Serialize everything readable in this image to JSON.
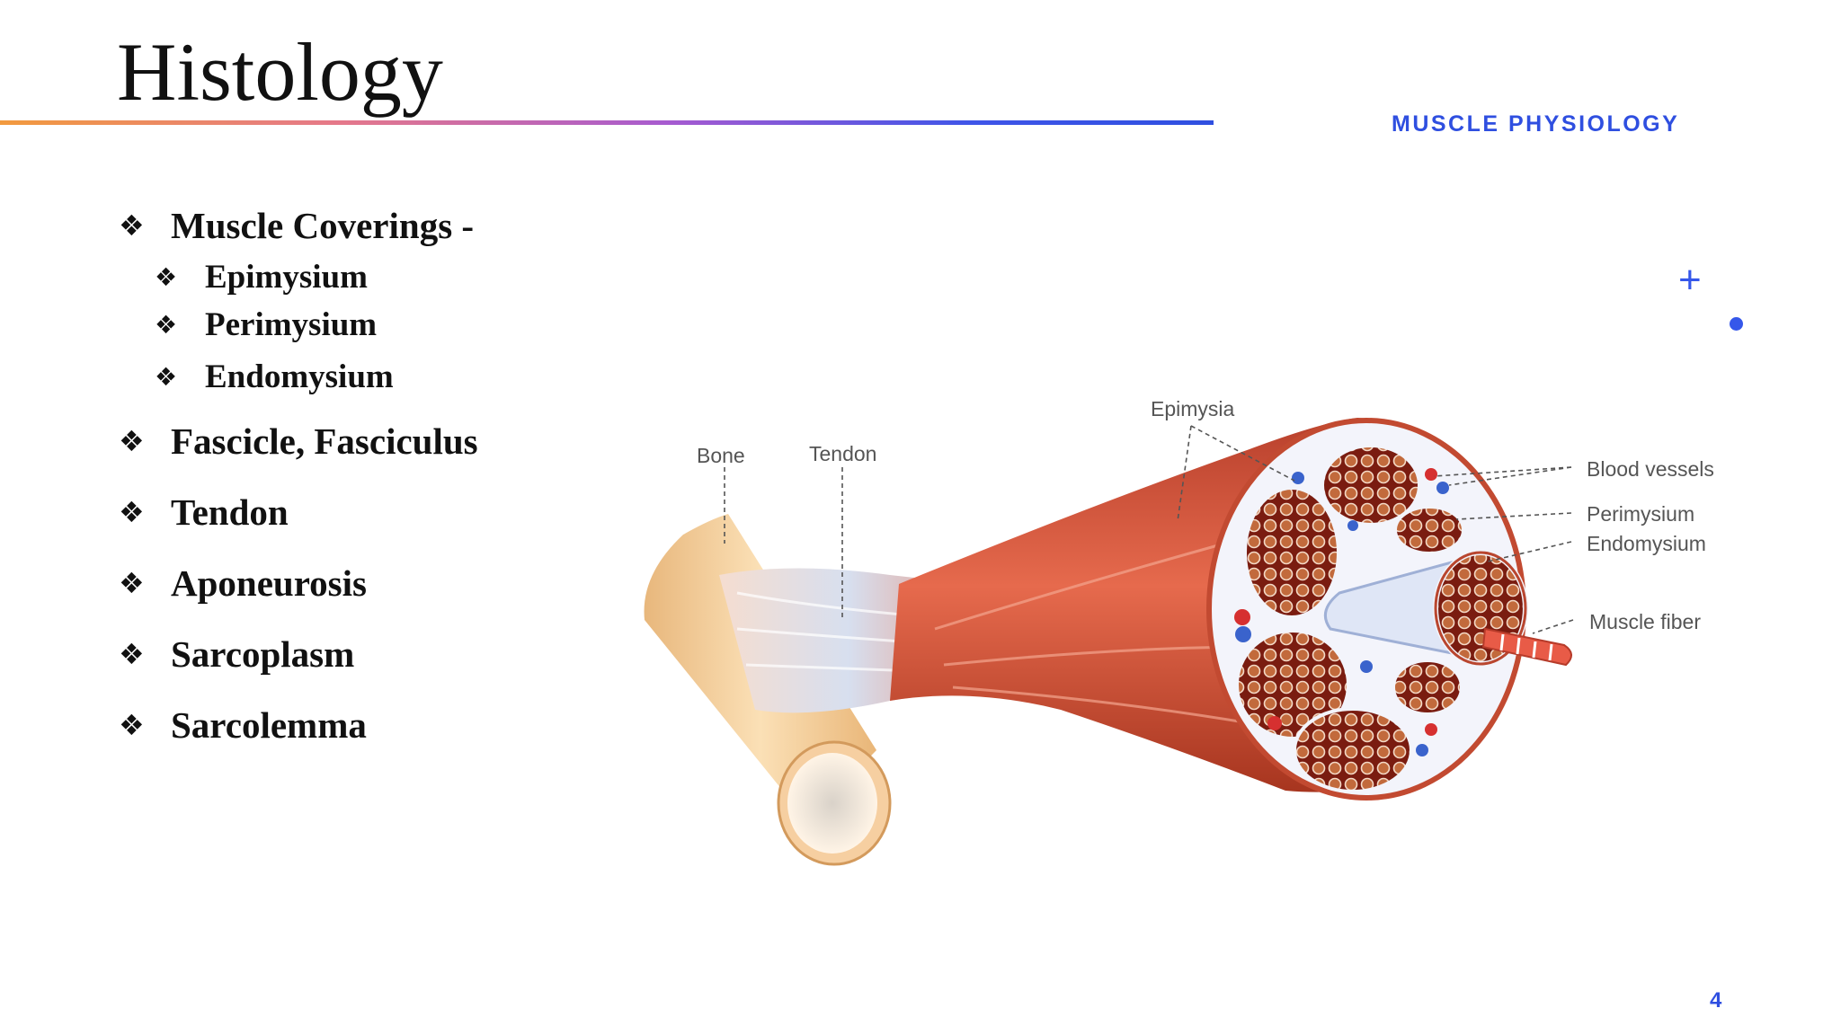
{
  "slide": {
    "title": "Histology",
    "header_label": "MUSCLE PHYSIOLOGY",
    "page_number": "4"
  },
  "bullets": {
    "marker": "❖",
    "items": [
      {
        "text": "Muscle Coverings -",
        "level": 1
      },
      {
        "text": "Epimysium",
        "level": 2
      },
      {
        "text": "Perimysium",
        "level": 2
      },
      {
        "text": "Endomysium",
        "level": 2
      },
      {
        "text": "Fascicle, Fasciculus",
        "level": 1
      },
      {
        "text": "Tendon",
        "level": 1
      },
      {
        "text": "Aponeurosis",
        "level": 1
      },
      {
        "text": "Sarcoplasm",
        "level": 1
      },
      {
        "text": "Sarcolemma",
        "level": 1
      }
    ]
  },
  "figure": {
    "labels": {
      "bone": "Bone",
      "tendon": "Tendon",
      "epimysia": "Epimysia",
      "blood_vessels": "Blood vessels",
      "perimysium": "Perimysium",
      "endomysium": "Endomysium",
      "muscle_fiber": "Muscle fiber"
    }
  },
  "colors": {
    "accent_blue": "#2f4fe0",
    "rule_gradient": [
      "#f29a3e",
      "#a75bd0",
      "#2f4fe0"
    ],
    "muscle": "#d9573f",
    "bone": "#f0c58c"
  }
}
